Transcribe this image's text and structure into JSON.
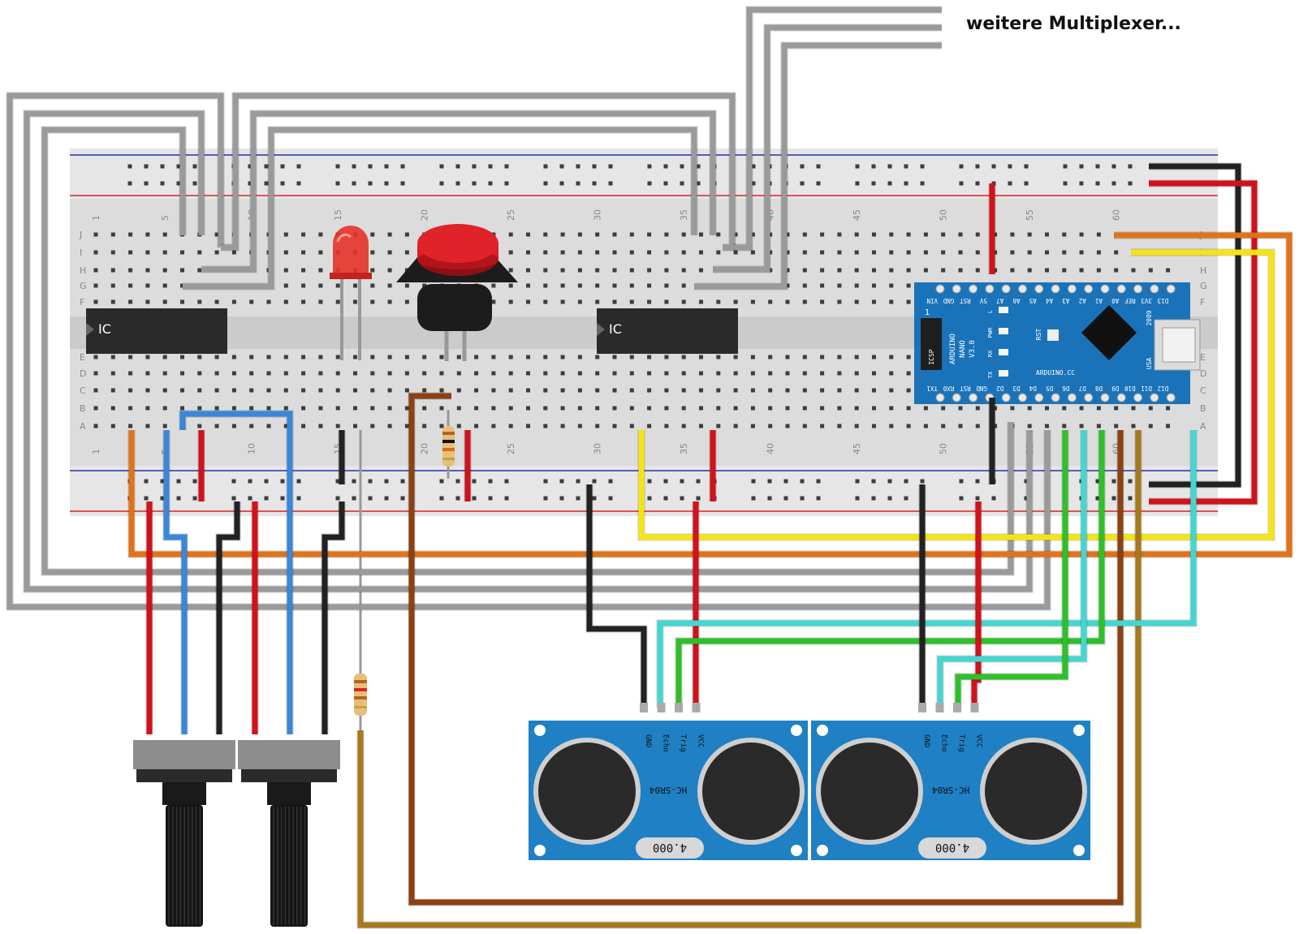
{
  "header": {
    "title": "weitere Multiplexer..."
  },
  "breadboard": {
    "column_numbers": [
      "1",
      "5",
      "10",
      "15",
      "20",
      "25",
      "30",
      "35",
      "40",
      "45",
      "50",
      "55",
      "60"
    ],
    "row_letters_top": [
      "J",
      "I",
      "H",
      "G",
      "F"
    ],
    "row_letters_bottom": [
      "E",
      "D",
      "C",
      "B",
      "A"
    ]
  },
  "ic_chips": [
    {
      "label": "IC"
    },
    {
      "label": "IC"
    }
  ],
  "arduino": {
    "pins_top": [
      "VIN",
      "GND",
      "RST",
      "5V",
      "A7",
      "A6",
      "A5",
      "A4",
      "A3",
      "A2",
      "A1",
      "A0",
      "REF",
      "3V3",
      "D13"
    ],
    "pins_bottom": [
      "TX1",
      "RX0",
      "RST",
      "GND",
      "D2",
      "D3",
      "D4",
      "D5",
      "D6",
      "D7",
      "D8",
      "D9",
      "D10",
      "D11",
      "D12"
    ],
    "board_text": [
      "ARDUINO",
      "NANO",
      "V3.0"
    ],
    "icsp": "ICSP",
    "one": "1",
    "led_labels": [
      "L",
      "PWR",
      "RX",
      "TX"
    ],
    "rst": "RST",
    "url": "ARDUINO.CC",
    "year": "2009",
    "usa": "USA"
  },
  "sensors": [
    {
      "model": "HC-SR04",
      "crystal": "4.000",
      "pins": [
        "GND",
        "Echo",
        "Trig",
        "VCC"
      ]
    },
    {
      "model": "HC-SR04",
      "crystal": "4.000",
      "pins": [
        "GND",
        "Echo",
        "Trig",
        "VCC"
      ]
    }
  ],
  "colors": {
    "gray_wire": "#9a9a9a",
    "red_wire": "#d0121b",
    "black_wire": "#222222",
    "blue_wire": "#3a86d8",
    "orange_wire": "#e0731a",
    "yellow_wire": "#f4e414",
    "green_wire": "#2fbf2a",
    "cyan_wire": "#45d6d0",
    "brown_wire": "#8a4113",
    "olive_wire": "#a7791e",
    "arduino_blue": "#1a73b8",
    "sensor_blue": "#1f80c4"
  }
}
